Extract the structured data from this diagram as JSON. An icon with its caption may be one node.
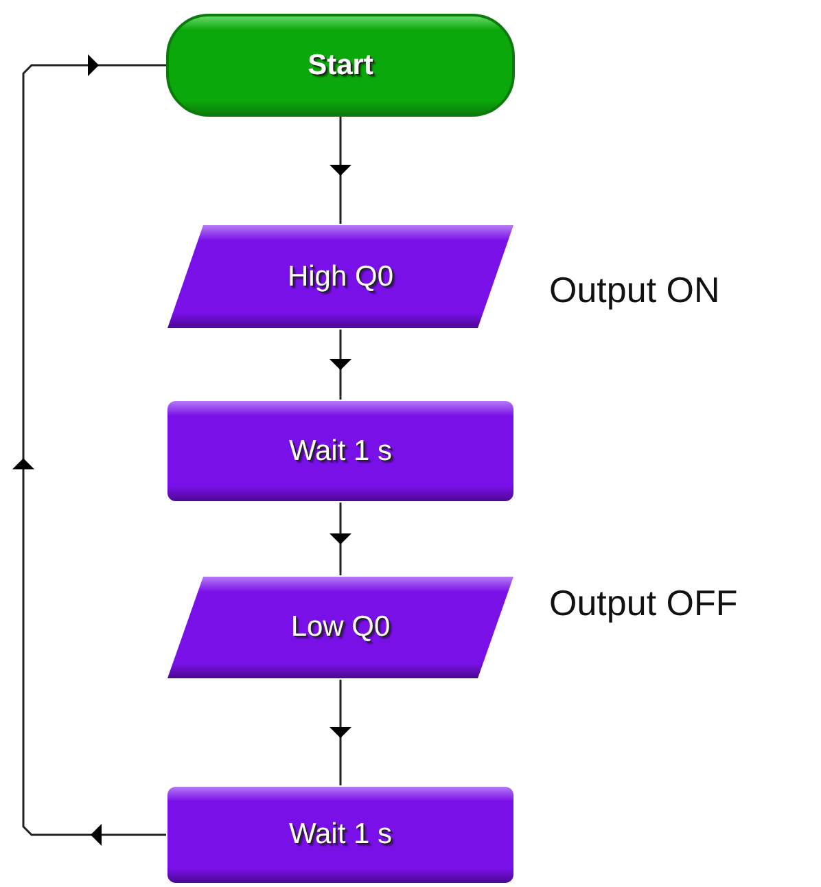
{
  "diagram": {
    "nodes": [
      {
        "text": [
          "Start"
        ]
      },
      {
        "text": [
          "High Q0"
        ],
        "beside": [
          "Output ON"
        ]
      },
      {
        "text": [
          "Wait 1 s"
        ]
      },
      {
        "text": [
          "Low Q0"
        ],
        "beside": [
          "Output OFF"
        ]
      },
      {
        "text": [
          "Wait 1 s"
        ]
      }
    ],
    "edges": [
      {
        "from": 0,
        "to": 1,
        "arrow": "to"
      },
      {
        "from": 1,
        "to": 2,
        "arrow": "to"
      },
      {
        "from": 2,
        "to": 3,
        "arrow": "to"
      },
      {
        "from": 3,
        "to": 4,
        "arrow": "to"
      },
      {
        "from": 4,
        "to": 0,
        "arrow": "to"
      }
    ]
  }
}
